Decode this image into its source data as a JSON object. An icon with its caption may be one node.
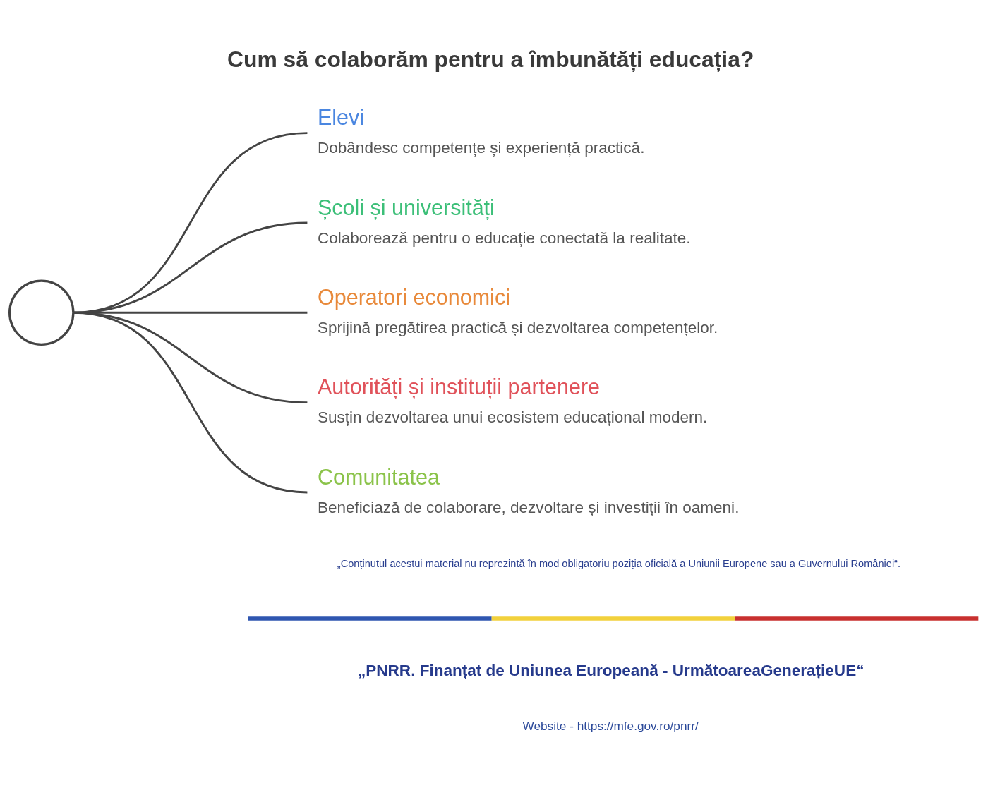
{
  "diagram": {
    "title": "Cum să colaborăm pentru a îmbunătăți educația?",
    "nodes": [
      {
        "text": [],
        "shape": "circle"
      },
      {
        "text": [
          "Elevi",
          "Dobândesc competențe și experiență practică."
        ]
      },
      {
        "text": [
          "Școli și universități",
          "Colaborează pentru o educație conectată la realitate."
        ]
      },
      {
        "text": [
          "Operatori economici",
          "Sprijină pregătirea practică și dezvoltarea competențelor."
        ]
      },
      {
        "text": [
          "Autorități și instituții partenere",
          "Susțin dezvoltarea unui ecosistem educațional modern."
        ]
      },
      {
        "text": [
          "Comunitatea",
          "Beneficiază de colaborare, dezvoltare și investiții în oameni."
        ]
      }
    ],
    "edges": [
      {
        "from": 0,
        "to": 1,
        "arrow": "none"
      },
      {
        "from": 0,
        "to": 2,
        "arrow": "none"
      },
      {
        "from": 0,
        "to": 3,
        "arrow": "none"
      },
      {
        "from": 0,
        "to": 4,
        "arrow": "none"
      },
      {
        "from": 0,
        "to": 5,
        "arrow": "none"
      }
    ],
    "labels": [
      "„Conținutul acestui material nu reprezintă în mod obligatoriu poziția oficială a Uniunii Europene sau a Guvernului României“.",
      "„PNRR. Finanțat de Uniunea Europeană - UrmătoareaGenerațieUE“",
      "Website - https://mfe.gov.ro/pnrr/"
    ]
  }
}
